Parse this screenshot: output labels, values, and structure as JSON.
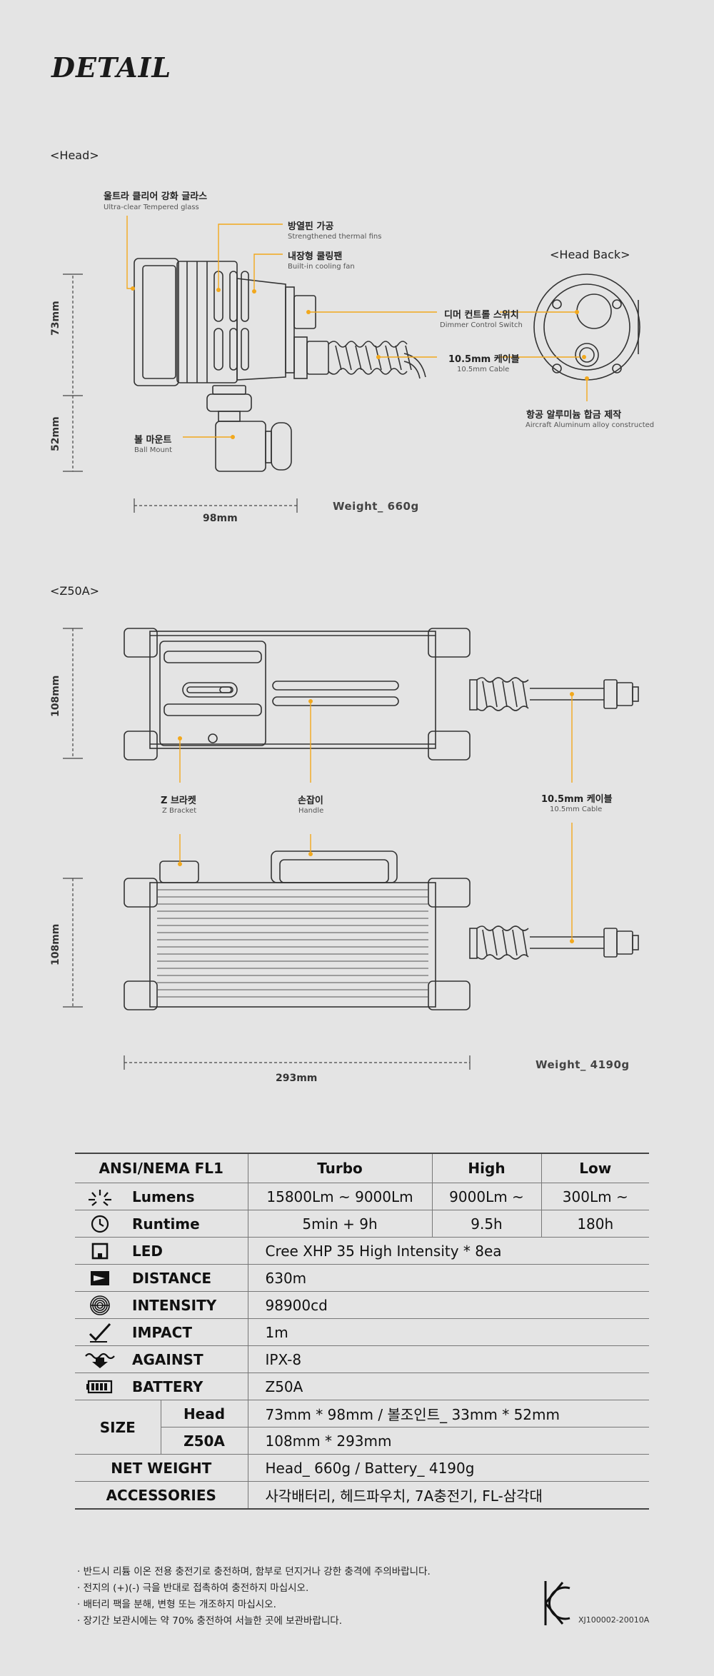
{
  "page_title": "DETAIL",
  "head": {
    "section_label": "<Head>",
    "back_label": "<Head Back>",
    "callouts": {
      "glass": {
        "kr": "울트라 클리어 강화 글라스",
        "en": "Ultra-clear Tempered glass"
      },
      "fins": {
        "kr": "방열핀 가공",
        "en": "Strengthened thermal fins"
      },
      "fan": {
        "kr": "내장형 쿨링팬",
        "en": "Built-in cooling fan"
      },
      "dimmer": {
        "kr": "디머 컨트롤 스위치",
        "en": "Dimmer Control Switch"
      },
      "cable": {
        "kr": "10.5mm 케이블",
        "en": "10.5mm Cable"
      },
      "mount": {
        "kr": "볼 마운트",
        "en": "Ball Mount"
      },
      "alloy": {
        "kr": "항공 알루미늄 합금 제작",
        "en": "Aircraft Aluminum alloy constructed"
      }
    },
    "dims": {
      "height_head": "73mm",
      "height_mount": "52mm",
      "width": "98mm"
    },
    "weight": "Weight_ 660g"
  },
  "battery": {
    "section_label": "<Z50A>",
    "callouts": {
      "bracket": {
        "kr": "Z 브라켓",
        "en": "Z Bracket"
      },
      "handle": {
        "kr": "손잡이",
        "en": "Handle"
      },
      "cable": {
        "kr": "10.5mm 케이블",
        "en": "10.5mm Cable"
      }
    },
    "dims": {
      "height_top": "108mm",
      "height_side": "108mm",
      "width": "293mm"
    },
    "weight": "Weight_ 4190g"
  },
  "spec": {
    "header": {
      "label": "ANSI/NEMA FL1",
      "turbo": "Turbo",
      "high": "High",
      "low": "Low"
    },
    "lumens": {
      "label": "Lumens",
      "icon": "burst-icon",
      "turbo": "15800Lm ~ 9000Lm",
      "high": "9000Lm ~",
      "low": "300Lm ~"
    },
    "runtime": {
      "label": "Runtime",
      "icon": "clock-icon",
      "turbo": "5min + 9h",
      "high": "9.5h",
      "low": "180h"
    },
    "led": {
      "label": "LED",
      "icon": "led-icon",
      "value": "Cree XHP 35 High Intensity * 8ea"
    },
    "distance": {
      "label": "DISTANCE",
      "icon": "beam-icon",
      "value": "630m"
    },
    "intensity": {
      "label": "INTENSITY",
      "icon": "target-icon",
      "value": "98900cd"
    },
    "impact": {
      "label": "IMPACT",
      "icon": "impact-icon",
      "value": "1m"
    },
    "against": {
      "label": "AGAINST",
      "icon": "waterproof-icon",
      "value": "IPX-8"
    },
    "battery": {
      "label": "BATTERY",
      "icon": "battery-icon",
      "value": "Z50A"
    },
    "size": {
      "label": "SIZE",
      "head_label": "Head",
      "head_value": "73mm * 98mm / 볼조인트_ 33mm * 52mm",
      "z50a_label": "Z50A",
      "z50a_value": "108mm * 293mm"
    },
    "net_weight": {
      "label": "NET WEIGHT",
      "value": "Head_ 660g / Battery_ 4190g"
    },
    "accessories": {
      "label": "ACCESSORIES",
      "value": "사각배터리, 헤드파우치, 7A충전기, FL-삼각대"
    }
  },
  "notes": [
    "· 반드시 리튬 이온 전용 충전기로 충전하며, 함부로 던지거나 강한 충격에 주의바랍니다.",
    "· 전지의 (+)(-) 극을 반대로 접촉하여 충전하지 마십시오.",
    "· 배터리 팩을 분해, 변형 또는 개조하지 마십시오.",
    "· 장기간 보관시에는 약 70% 충전하여 서늘한 곳에 보관바랍니다."
  ],
  "certification": {
    "code": "XJ100002-20010A",
    "icon": "kc-mark-icon"
  },
  "colors": {
    "accent": "#f2a81d",
    "line": "#333333",
    "background": "#e4e4e4"
  }
}
